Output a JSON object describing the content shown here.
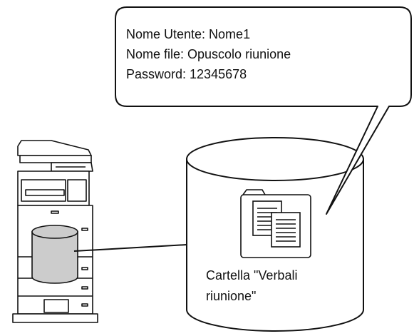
{
  "callout": {
    "lines": [
      "Nome Utente: Nome1",
      "Nome file: Opuscolo riunione",
      "Password: 12345678"
    ]
  },
  "storage": {
    "folder_label_lines": [
      "Cartella \"Verbali",
      "riunione\""
    ]
  },
  "colors": {
    "stroke": "#111111",
    "device_fill": "#ffffff",
    "internal_storage_fill": "#cccccc",
    "callout_fill": "#ffffff",
    "folder_fill": "#f2f2f2"
  }
}
